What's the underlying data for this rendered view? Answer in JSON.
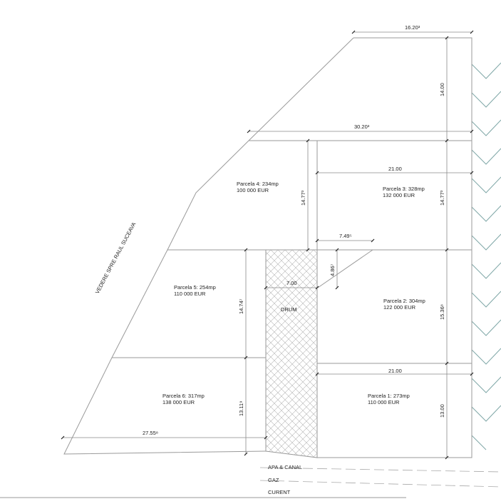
{
  "plan": {
    "direction_label": "VEDERE SPRE RAUL SUCEAVA",
    "road_label": "DRUM",
    "parcels": [
      {
        "name": "Parcela 1: 273mp",
        "price": "110 000 EUR"
      },
      {
        "name": "Parcela 2: 304mp",
        "price": "122 000 EUR"
      },
      {
        "name": "Parcela 3: 328mp",
        "price": "132 000 EUR"
      },
      {
        "name": "Parcela 4: 234mp",
        "price": "100 000 EUR"
      },
      {
        "name": "Parcela 5: 254mp",
        "price": "110 000 EUR"
      },
      {
        "name": "Parcela 6: 317mp",
        "price": "138 000 EUR"
      }
    ],
    "dimensions": {
      "top_width": "16.20³",
      "top_height": "14.00",
      "total_width": "30.20³",
      "p3_width": "21.00",
      "p3_height_left": "14.77³",
      "p3_height_right": "14.77³",
      "notch_width": "7.49⁵",
      "notch_height": "4.86⁷",
      "road_width": "7.00",
      "p5_height": "14.74⁷",
      "p2_height": "15.36⁸",
      "p1_width": "21.00",
      "p1_height": "13.00",
      "p6_height": "13.11⁹",
      "p6_width": "27.55⁸"
    },
    "utilities": [
      "APA & CANAL",
      "GAZ",
      "CURENT"
    ]
  }
}
